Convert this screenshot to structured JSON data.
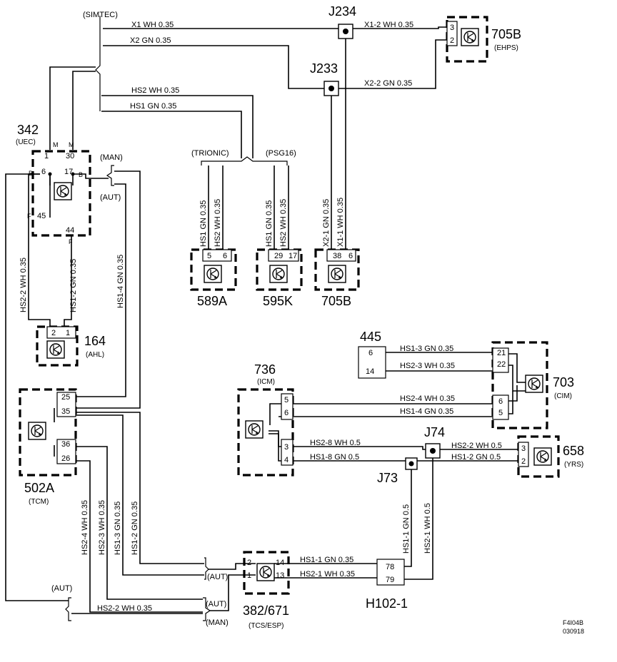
{
  "figure_code": "F4I04B",
  "figure_date": "030918",
  "groups": {
    "simtec": "(SIMTEC)",
    "trionic": "(TRIONIC)",
    "psg16": "(PSG16)",
    "man": "(MAN)",
    "aut": "(AUT)"
  },
  "junctions": {
    "j234": "J234",
    "j233": "J233",
    "j74": "J74",
    "j73": "J73"
  },
  "components": {
    "c342": {
      "id": "342",
      "sub": "(UEC)"
    },
    "c164": {
      "id": "164",
      "sub": "(AHL)"
    },
    "c589a": {
      "id": "589A"
    },
    "c595k": {
      "id": "595K"
    },
    "c705b_top": {
      "id": "705B",
      "sub": "(EHPS)"
    },
    "c705b_bottom": {
      "id": "705B"
    },
    "c445": {
      "id": "445"
    },
    "c703": {
      "id": "703",
      "sub": "(CIM)"
    },
    "c736": {
      "id": "736",
      "sub": "(ICM)"
    },
    "c658": {
      "id": "658",
      "sub": "(YRS)"
    },
    "c502a": {
      "id": "502A",
      "sub": "(TCM)"
    },
    "c382": {
      "id": "382/671",
      "sub": "(TCS/ESP)"
    },
    "h102": {
      "id": "H102-1"
    }
  },
  "pins": {
    "p342_1": "1",
    "p342_30": "30",
    "p342_6": "6",
    "p342_17": "17",
    "p342_45": "45",
    "p342_44": "44",
    "m1": "M",
    "m2": "M",
    "b1": "B",
    "b2": "B",
    "f1": "F",
    "f2": "F",
    "p164_2": "2",
    "p164_1": "1",
    "p589_5": "5",
    "p589_6": "6",
    "p595_29": "29",
    "p595_17": "17",
    "p705b_38": "38",
    "p705b_6": "6",
    "p705t_3": "3",
    "p705t_2": "2",
    "p445_6": "6",
    "p445_14": "14",
    "p703_21": "21",
    "p703_22": "22",
    "p703_6": "6",
    "p703_5": "5",
    "p736_5": "5",
    "p736_6": "6",
    "p736_3": "3",
    "p736_4": "4",
    "p658_3": "3",
    "p658_2": "2",
    "p502_25": "25",
    "p502_35": "35",
    "p502_36": "36",
    "p502_26": "26",
    "p382_2": "2",
    "p382_1": "1",
    "p382_14": "14",
    "p382_13": "13",
    "h78": "78",
    "h79": "79"
  },
  "wires": {
    "x1_wh": "X1   WH  0.35",
    "x2_gn": "X2   GN  0.35",
    "x1_2": "X1-2  WH  0.35",
    "x2_2": "X2-2   GN  0.35",
    "hs2_wh_top": "HS2   WH  0.35",
    "hs1_gn_top": "HS1   GN  0.35",
    "hs1_gn_589": "HS1  GN  0.35",
    "hs2_wh_589": "HS2  WH  0.35",
    "hs1_gn_595": "HS1  GN  0.35",
    "hs2_wh_595": "HS2  WH  0.35",
    "x2_1": "X2-1  GN  0.35",
    "x1_1": "X1-1  WH  0.35",
    "hs2_2_v": "HS2-2  WH  0.35",
    "hs1_2_v": "HS1-2  GN  0.35",
    "hs1_4_v": "HS1-4  GN  0.35",
    "hs1_3_h": "HS1-3   GN   0.35",
    "hs2_3_h": "HS2-3   WH   0.35",
    "hs2_4_h": "HS2-4   WH   0.35",
    "hs1_4_h": "HS1-4   GN   0.35",
    "hs2_8_h": "HS2-8   WH   0.5",
    "hs1_8_h": "HS1-8   GN   0.5",
    "hs2_2_h658": "HS2-2   WH 0.5",
    "hs1_2_h658": "HS1-2   GN   0.5",
    "hs1_1_v": "HS1-1  GN  0.5",
    "hs2_1_v": "HS2-1  WH  0.5",
    "hs2_4_v": "HS2-4  WH  0.35",
    "hs2_3_v": "HS2-3  WH  0.35",
    "hs1_3_v": "HS1-3  GN  0.35",
    "hs1_2_v2": "HS1-2  GN  0.35",
    "hs1_1_h": "HS1-1  GN   0.35",
    "hs2_1_h": "HS2-1  WH   0.35",
    "hs2_2_bottom": "HS2-2   WH   0.35"
  }
}
